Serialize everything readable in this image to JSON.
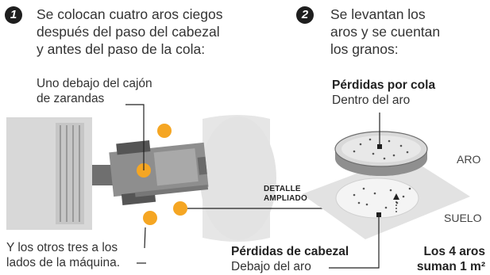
{
  "steps": [
    {
      "number": "1",
      "lines": [
        "Se colocan cuatro aros ciegos",
        "después del paso del cabezal",
        "y antes del paso de la cola:"
      ]
    },
    {
      "number": "2",
      "lines": [
        "Se levantan los",
        "aros y se cuentan",
        "los granos:"
      ]
    }
  ],
  "left_labels": {
    "under_sieve": [
      "Uno debajo del cajón",
      "de zarandas"
    ],
    "sides": [
      "Y los otros tres a los",
      "lados de la máquina."
    ]
  },
  "right_labels": {
    "tail_loss_title": "Pérdidas por cola",
    "tail_loss_sub": "Dentro del aro",
    "header_loss_title": "Pérdidas de cabezal",
    "header_loss_sub": "Debajo del aro",
    "ring": "ARO",
    "ground": "SUELO",
    "detail": [
      "DETALLE",
      "AMPLIADO"
    ],
    "total": [
      "Los 4 aros",
      "suman 1 m²"
    ]
  },
  "colors": {
    "ring_marker": "#f5a623",
    "dark": "#1e1e1e",
    "machine_gray": "#8a8a8a",
    "light_gray": "#e4e4e4"
  }
}
